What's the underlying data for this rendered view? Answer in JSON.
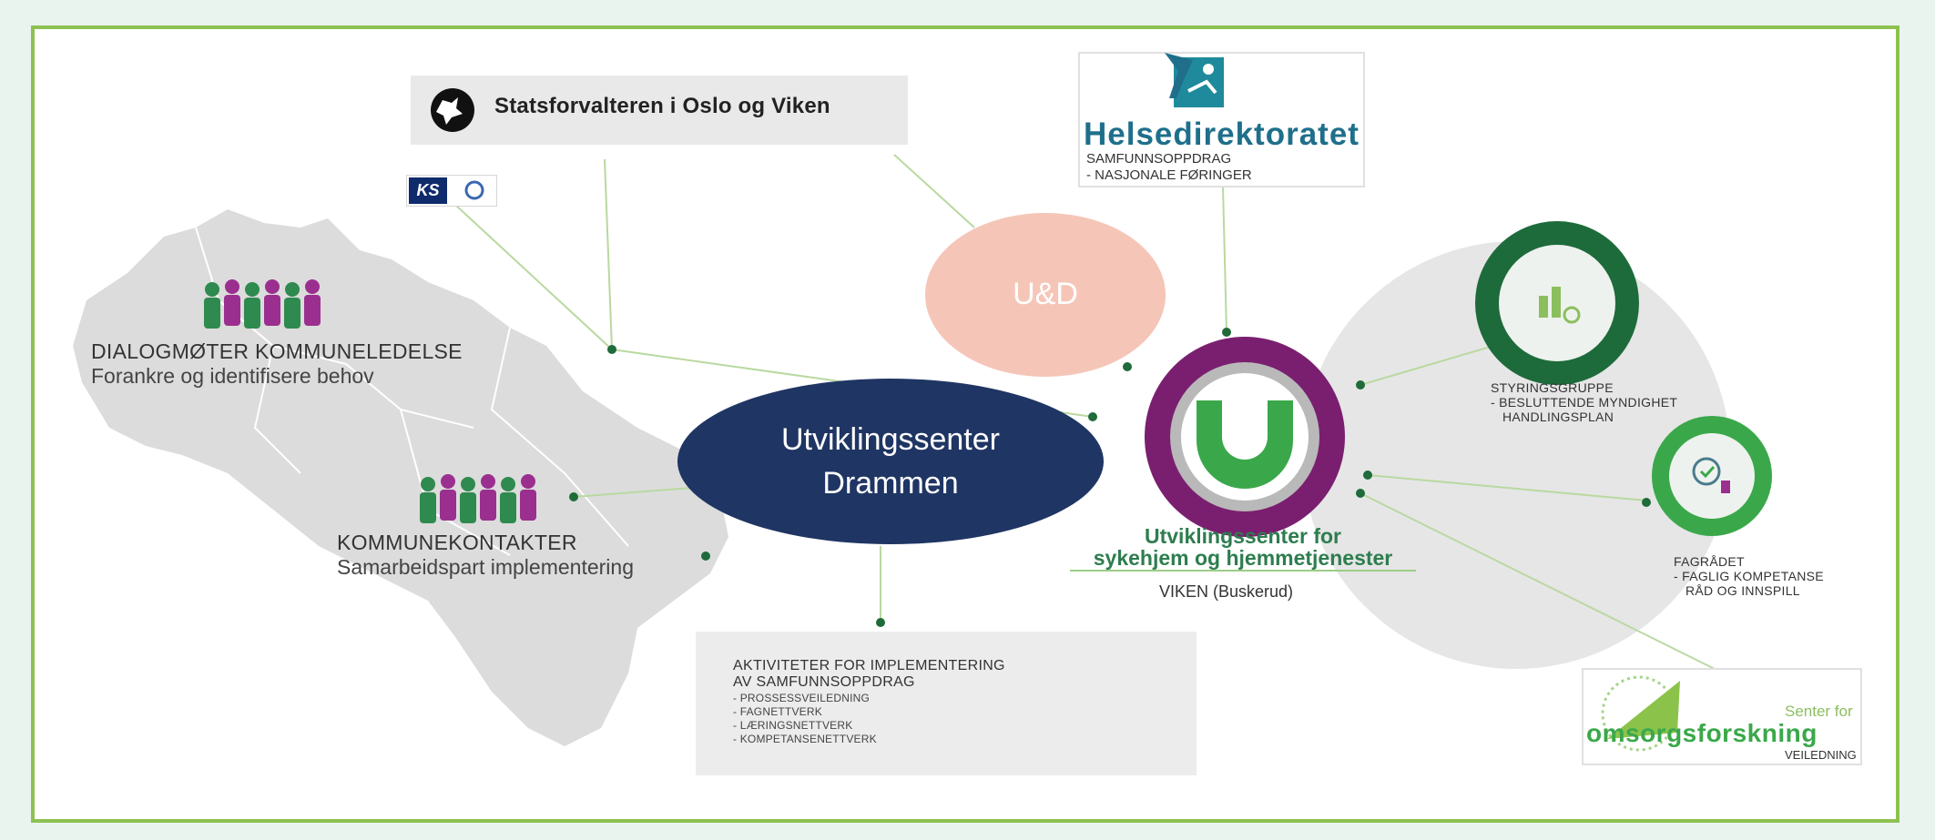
{
  "logos": {
    "statsforvalteren": "Statsforvalteren i Oslo og Viken",
    "helsedirektoratet": {
      "name": "Helsedirektoratet",
      "lines": [
        "SAMFUNNSOPPDRAG",
        "- NASJONALE FØRINGER"
      ]
    },
    "ks": "KS",
    "senter": {
      "line1": "Senter for",
      "line2": "omsorgsforskning",
      "note": "VEILEDNING"
    }
  },
  "left_nodes": {
    "dialog": {
      "title": "DIALOGMØTER KOMMUNELEDELSE",
      "subtitle": "Forankre og identifisere behov"
    },
    "kontakter": {
      "title": "KOMMUNEKONTAKTER",
      "subtitle": "Samarbeidspart implementering"
    }
  },
  "center": {
    "ud": "U&D",
    "drammen_line1": "Utviklingssenter",
    "drammen_line2": "Drammen"
  },
  "activities": {
    "heading_line1": "AKTIVITETER FOR IMPLEMENTERING",
    "heading_line2": "AV SAMFUNNSOPPDRAG",
    "items": [
      "- PROSSESSVEILEDNING",
      "- FAGNETTVERK",
      "- LÆRINGSNETTVERK",
      "- KOMPETANSENETTVERK"
    ]
  },
  "usyk": {
    "name_line1": "Utviklingssenter for",
    "name_line2": "sykehjem og hjemmetjenester",
    "region": "VIKEN (Buskerud)"
  },
  "right_nodes": {
    "styring": {
      "title": "STYRINGSGRUPPE",
      "line1": "- BESLUTTENDE MYNDIGHET",
      "line2": "HANDLINGSPLAN"
    },
    "fagradet": {
      "title": "FAGRÅDET",
      "line1": "- FAGLIG KOMPETANSE",
      "line2": "RÅD OG INNSPILL"
    }
  },
  "colors": {
    "frame": "#8cc152",
    "drammen": "#1f3563",
    "ud": "#f5c6b8",
    "usyk_ring": "#7a1f6f",
    "usyk_green": "#2e8b57",
    "helse_teal": "#1f6f8b",
    "people_purple": "#9b2f8f",
    "people_green": "#2f8a4f"
  }
}
